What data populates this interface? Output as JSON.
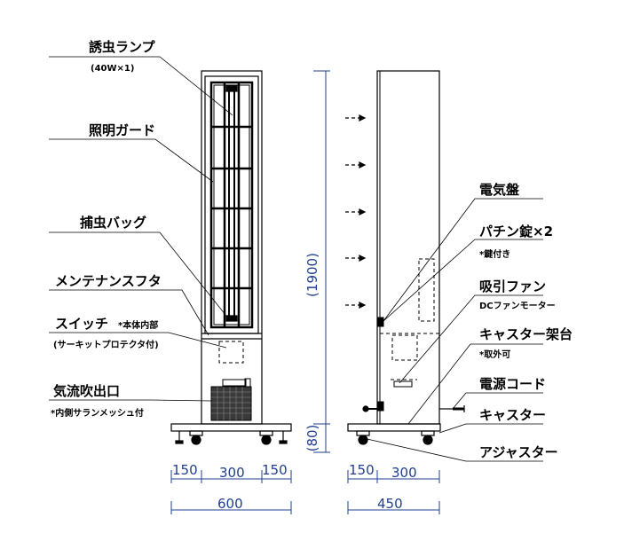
{
  "labels": {
    "lamp": "誘虫ランプ",
    "lamp_note": "(40W×1)",
    "guard": "照明ガード",
    "bag": "捕虫バッグ",
    "cover": "メンテナンスフタ",
    "switch": "スイッチ",
    "switch_note1": "*本体内部",
    "switch_note2": "(サーキットプロテクタ付)",
    "vent": "気流吹出口",
    "vent_note": "*内側サランメッシュ付",
    "panel": "電気盤",
    "latch": "パチン錠×2",
    "latch_note": "*鍵付き",
    "fan": "吸引ファン",
    "fan_note": "DCファンモーター",
    "caster_frame": "キャスター架台",
    "caster_frame_note": "*取外可",
    "cord": "電源コード",
    "caster": "キャスター",
    "adjuster": "アジャスター"
  },
  "dimensions": {
    "height_main": "(1900)",
    "height_base": "(80)",
    "front_w1": "150",
    "front_w2": "300",
    "front_w3": "150",
    "front_total": "600",
    "side_w1": "150",
    "side_w2": "300",
    "side_total": "450"
  },
  "colors": {
    "line": "#000000",
    "dimension": "#1f3f8f"
  }
}
